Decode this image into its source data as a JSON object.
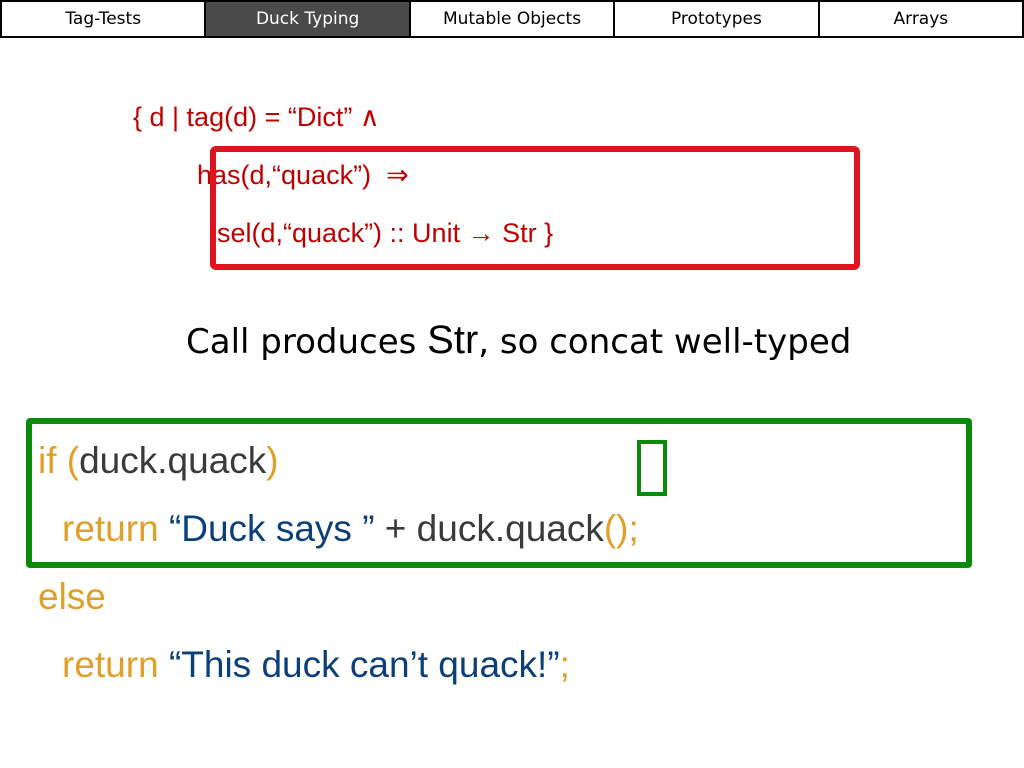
{
  "tabs": [
    {
      "label": "Tag-Tests",
      "active": false
    },
    {
      "label": "Duck Typing",
      "active": true
    },
    {
      "label": "Mutable Objects",
      "active": false
    },
    {
      "label": "Prototypes",
      "active": false
    },
    {
      "label": "Arrays",
      "active": false
    }
  ],
  "formula": {
    "line1": "{ d | tag(d) = “Dict” ∧",
    "line2": "has(d,“quack”)  ⇒",
    "line3": "sel(d,“quack”) :: Unit → Str }"
  },
  "caption": {
    "before": "Call produces ",
    "type": "Str",
    "after": ", so concat well-typed"
  },
  "code": {
    "l1_kw": "if (",
    "l1_id": "duck.quack",
    "l1_end": ")",
    "l2_kw": "return ",
    "l2_str": "“Duck says ”",
    "l2_id": " + duck.quack",
    "l2_end": "();",
    "l3_kw": "else",
    "l4_kw": "return ",
    "l4_str": "“This duck can’t quack!”",
    "l4_end": ";"
  },
  "colors": {
    "formula": "#c00000",
    "red_box": "#e0141e",
    "green_box": "#0a8a0a",
    "keyword": "#e0a028",
    "string": "#0b3f7a"
  },
  "icons": {
    "check": "checkmark-icon"
  }
}
